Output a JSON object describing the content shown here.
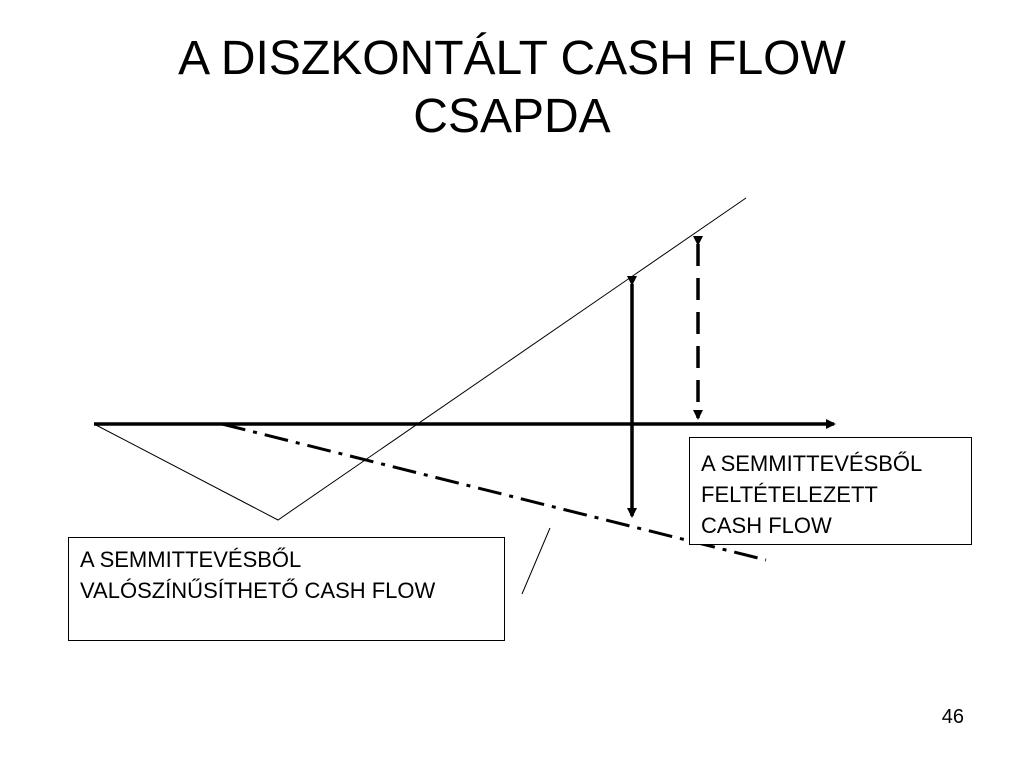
{
  "slide": {
    "title_lines": [
      "A DISZKONTÁLT CASH FLOW",
      "CSAPDA"
    ],
    "page_number": "46"
  },
  "labels": {
    "assumed_cash_flow": [
      "A SEMMITTEVÉSBŐL",
      "FELTÉTELEZETT",
      "CASH FLOW"
    ],
    "probable_cash_flow": [
      "A SEMMITTEVÉSBŐL",
      "VALÓSZÍNŰSÍTHETŐ CASH FLOW"
    ]
  },
  "colors": {
    "ink": "#000000",
    "background": "#ffffff"
  }
}
